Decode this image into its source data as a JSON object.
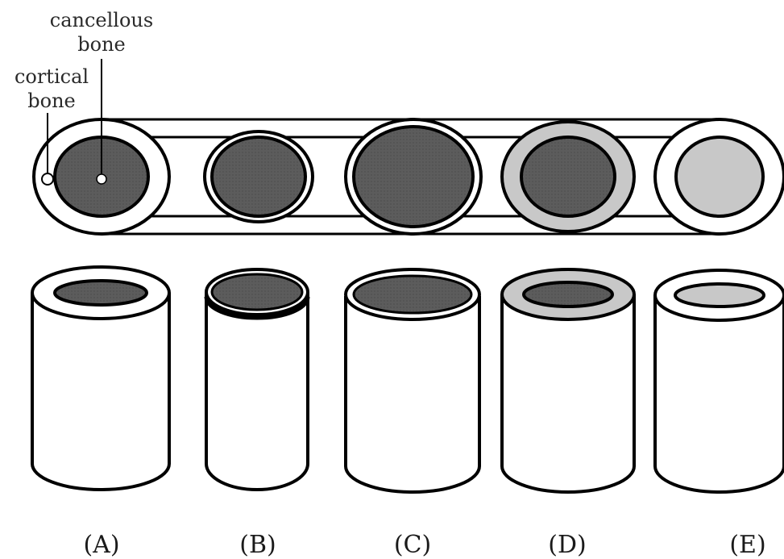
{
  "annotations": {
    "cancellous_line1": "cancellous",
    "cancellous_line2": "bone",
    "cortical_line1": "cortical",
    "cortical_line2": "bone"
  },
  "cases": [
    {
      "label": "(A)"
    },
    {
      "label": "(B)"
    },
    {
      "label": "(C)"
    },
    {
      "label": "(D)"
    },
    {
      "label": "(E)"
    }
  ],
  "colors": {
    "cancellous_dark": "#5c5c5c",
    "cancellous_light": "#c8c8c8",
    "cortical_white": "#ffffff",
    "cortical_gray": "#c8c8c8",
    "outline": "#000000"
  }
}
